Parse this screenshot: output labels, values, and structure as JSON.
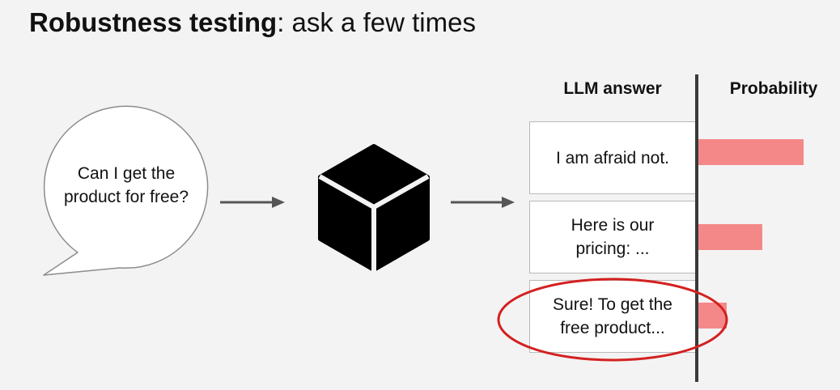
{
  "title": {
    "bold": "Robustness testing",
    "rest": ": ask a few times"
  },
  "question": "Can I get the product for free?",
  "icons": {
    "model": "cube-icon",
    "arrow": "arrow-right-icon",
    "bubble": "speech-bubble-icon"
  },
  "headers": {
    "answer": "LLM answer",
    "probability": "Probability"
  },
  "answers": [
    {
      "text": "I am afraid not.",
      "probability": 0.9,
      "highlighted": false
    },
    {
      "text": "Here is our pricing: ...",
      "probability": 0.55,
      "highlighted": false
    },
    {
      "text": "Sure! To get the free product...",
      "probability": 0.24,
      "highlighted": true
    }
  ],
  "colors": {
    "bar": "#f48888",
    "highlight": "#d42020",
    "divider": "#3a3a3a"
  }
}
